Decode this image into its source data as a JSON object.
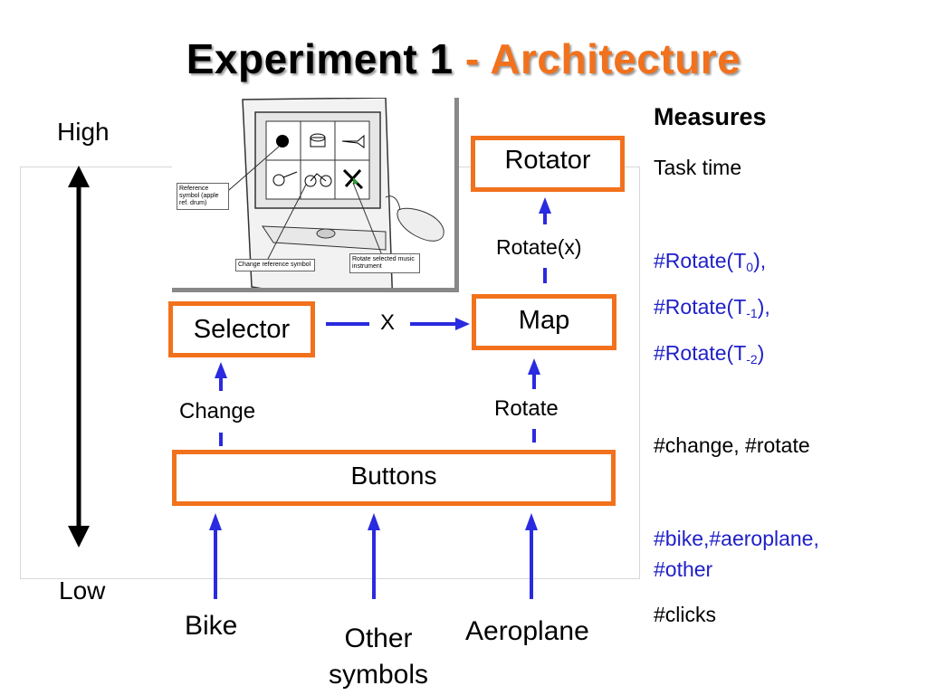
{
  "title": {
    "main": "Experiment 1",
    "dash": "-",
    "accent": "Architecture"
  },
  "axis": {
    "high": "High",
    "low": "Low"
  },
  "screenshot": {
    "ref_caption": "Reference symbol (apple ref. drum)",
    "change_caption": "Change reference symbol",
    "rotate_caption": "Rotate selected music instrument"
  },
  "boxes": {
    "rotator": "Rotator",
    "selector": "Selector",
    "map": "Map",
    "buttons": "Buttons"
  },
  "arrow_labels": {
    "rotate_x": "Rotate(x)",
    "x": "X",
    "change": "Change",
    "rotate": "Rotate"
  },
  "inputs": {
    "bike": "Bike",
    "other_line1": "Other",
    "other_line2": "symbols",
    "aeroplane": "Aeroplane"
  },
  "measures": {
    "heading": "Measures",
    "task_time": "Task time",
    "rot0_pre": "#Rotate(T",
    "rot0_sub": "0",
    "rot0_post": "),",
    "rot1_pre": "#Rotate(T",
    "rot1_sub": "-1",
    "rot1_post": "),",
    "rot2_pre": "#Rotate(T",
    "rot2_sub": "-2",
    "rot2_post": ")",
    "change_rotate": "#change, #rotate",
    "bike_aero": "#bike,#aeroplane,",
    "other": "#other",
    "clicks": "#clicks"
  },
  "colors": {
    "orange": "#F2711C",
    "blue": "#2020C8",
    "black": "#000000"
  }
}
